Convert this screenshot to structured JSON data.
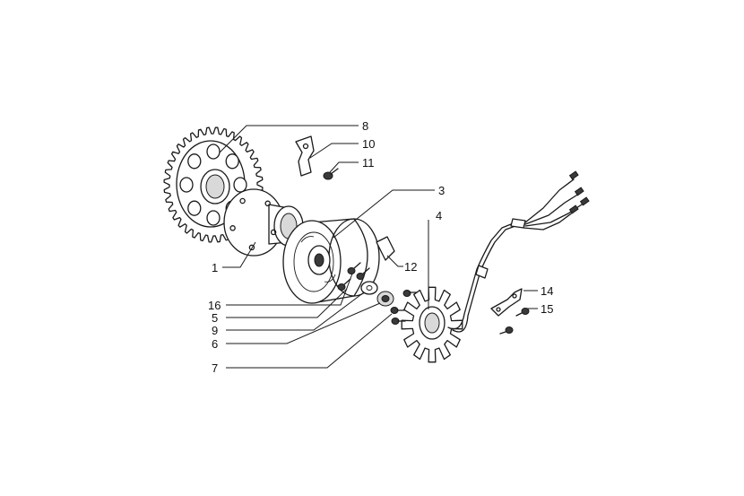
{
  "callouts": [
    {
      "id": "c1",
      "label": "1"
    },
    {
      "id": "c3",
      "label": "3"
    },
    {
      "id": "c4",
      "label": "4"
    },
    {
      "id": "c5",
      "label": "5"
    },
    {
      "id": "c6",
      "label": "6"
    },
    {
      "id": "c7",
      "label": "7"
    },
    {
      "id": "c8",
      "label": "8"
    },
    {
      "id": "c9",
      "label": "9"
    },
    {
      "id": "c10",
      "label": "10"
    },
    {
      "id": "c11",
      "label": "11"
    },
    {
      "id": "c12",
      "label": "12"
    },
    {
      "id": "c14",
      "label": "14"
    },
    {
      "id": "c15",
      "label": "15"
    },
    {
      "id": "c16",
      "label": "16"
    }
  ]
}
